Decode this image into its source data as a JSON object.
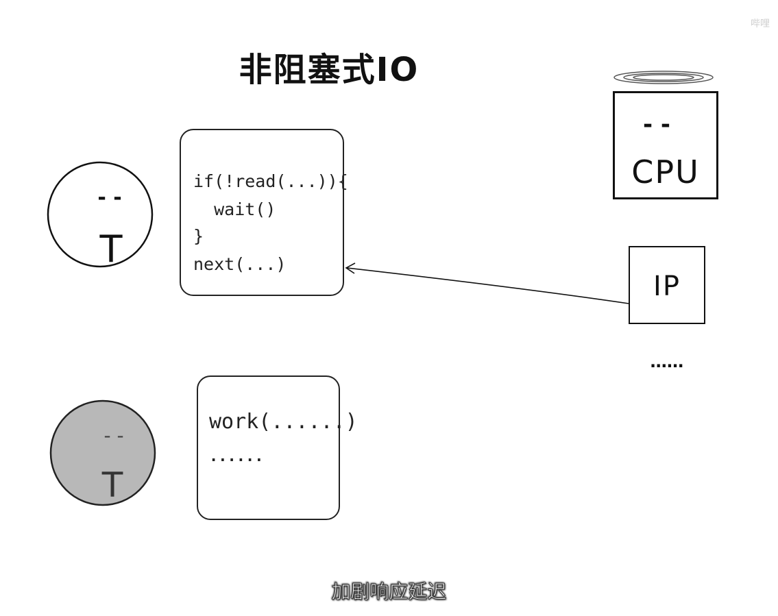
{
  "title": "非阻塞式IO",
  "thread_active": {
    "eyes": "- -",
    "mouth": "T"
  },
  "thread_idle": {
    "eyes": "- -",
    "mouth": "T"
  },
  "code_block_1": {
    "lines": [
      "if(!read(...)){",
      "  wait()",
      "}",
      "next(...)"
    ]
  },
  "code_block_2": {
    "lines": [
      "work(......)",
      "......"
    ]
  },
  "cpu": {
    "eyes": "- -",
    "label": "CPU"
  },
  "ip": {
    "label": "IP"
  },
  "more": "......",
  "subtitle": "加剧响应延迟",
  "watermark": "哔哩",
  "colors": {
    "idle_face": "#b8b8b8",
    "stroke": "#111111"
  }
}
